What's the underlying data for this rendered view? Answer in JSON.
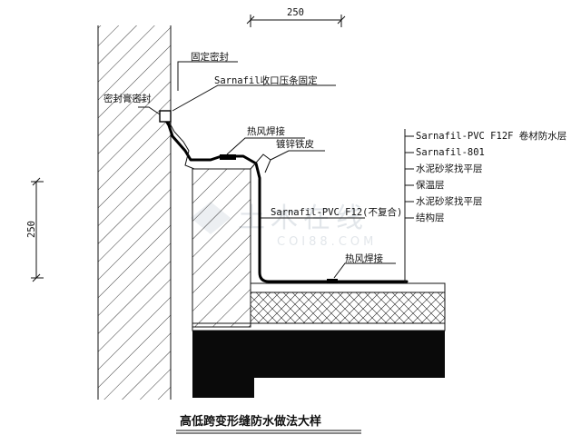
{
  "title": "高低跨变形缝防水做法大样",
  "dimensions": {
    "top": "250",
    "left": "250"
  },
  "labels": {
    "fixed_seal": "固定密封",
    "sealant": "密封膏密封",
    "trim_strip": "Sarnafil收口压条固定",
    "hot_air_weld_top": "热风焊接",
    "galvanized_sheet": "镀锌铁皮",
    "membrane_f12": "Sarnafil-PVC F12(不复合)",
    "hot_air_weld_bottom": "热风焊接"
  },
  "layers": [
    "Sarnafil-PVC F12F 卷材防水层",
    "Sarnafil-801",
    "水泥砂浆找平层",
    "保温层",
    "水泥砂浆找平层",
    "结构层"
  ],
  "watermark": {
    "line1": "土木在线",
    "line2": "COI88.COM"
  }
}
